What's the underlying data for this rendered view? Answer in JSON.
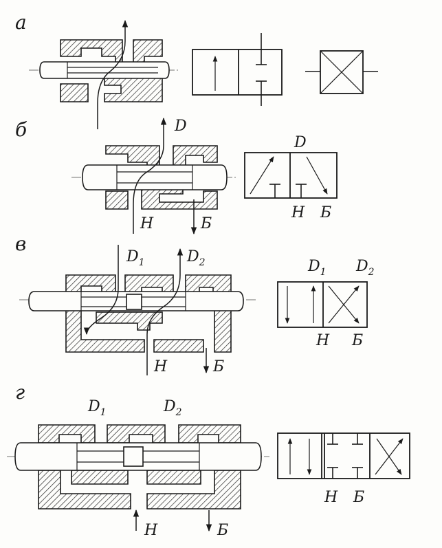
{
  "rows": [
    {
      "id": "a",
      "label": "а",
      "ports": {}
    },
    {
      "id": "b",
      "label": "б",
      "ports": {
        "top": "D",
        "bottom_left": "Н",
        "bottom_right": "Б"
      },
      "symbol_ports": {
        "top": "D",
        "bottom_left": "Н",
        "bottom_right": "Б"
      }
    },
    {
      "id": "v",
      "label": "в",
      "ports": {
        "top_left": "D",
        "top_left_sub": "1",
        "top_right": "D",
        "top_right_sub": "2",
        "bottom_left": "Н",
        "bottom_right": "Б"
      },
      "symbol_ports": {
        "top_left": "D",
        "top_left_sub": "1",
        "top_right": "D",
        "top_right_sub": "2",
        "bottom_left": "Н",
        "bottom_right": "Б"
      }
    },
    {
      "id": "g",
      "label": "г",
      "ports": {
        "top_left": "D",
        "top_left_sub": "1",
        "top_right": "D",
        "top_right_sub": "2",
        "bottom_left": "Н",
        "bottom_right": "Б"
      },
      "symbol_ports": {
        "bottom_left": "Н",
        "bottom_right": "Б"
      }
    }
  ],
  "colors": {
    "ink": "#1a1a1a",
    "paper": "#fdfdfb"
  }
}
